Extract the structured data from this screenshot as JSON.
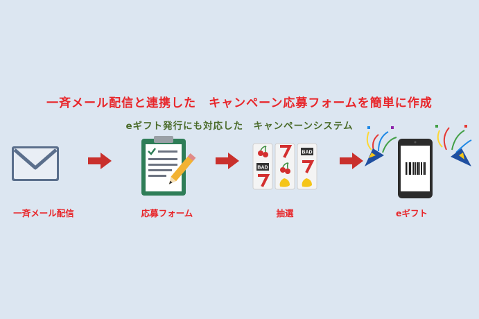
{
  "headline": "一斉メール配信と連携した　キャンペーン応募フォームを簡単に作成",
  "subline": "eギフト発行にも対応した　キャンペーンシステム",
  "steps": [
    {
      "label": "一斉メール配信",
      "icon": "envelope-icon"
    },
    {
      "label": "応募フォーム",
      "icon": "clipboard-icon"
    },
    {
      "label": "抽選",
      "icon": "slot-machine-icon"
    },
    {
      "label": "eギフト",
      "icon": "smartphone-barcode-icon"
    }
  ],
  "slot_badge": "BAD",
  "colors": {
    "background": "#dce6f1",
    "headline": "#e8262a",
    "subline": "#4a6b2a",
    "arrow": "#c9302c"
  }
}
